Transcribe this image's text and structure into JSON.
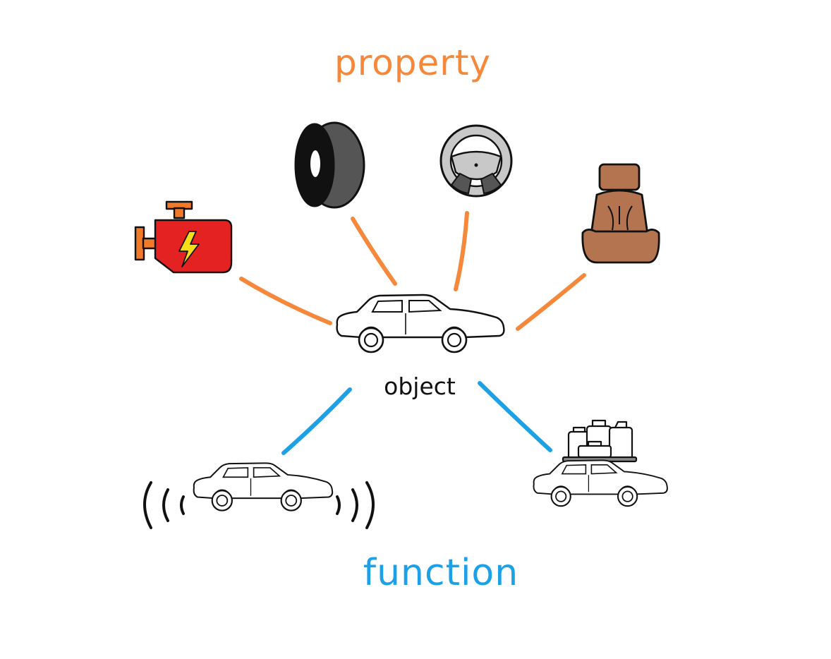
{
  "labels": {
    "property": "property",
    "object": "object",
    "function": "function"
  },
  "icons": {
    "center": "car-icon",
    "property_items": [
      "engine-icon",
      "tire-icon",
      "steering-wheel-icon",
      "car-seat-icon"
    ],
    "function_items": [
      "moving-car-icon",
      "car-with-luggage-icon"
    ]
  },
  "colors": {
    "property": "#f5883a",
    "function": "#1da1e6",
    "outline": "#111111",
    "engine_body": "#e52222",
    "engine_parts": "#f07a2a",
    "lightning": "#f6dd1c",
    "tire_tread": "#555555",
    "seat": "#b3744f",
    "steering_wheel": "#c8c8c8"
  }
}
